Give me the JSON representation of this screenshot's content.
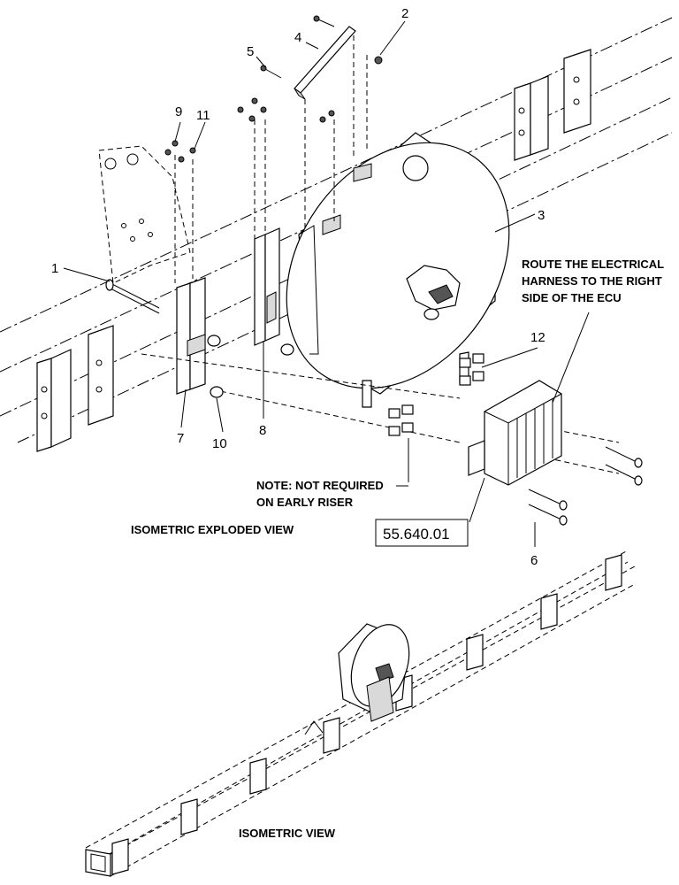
{
  "callouts": {
    "c1": "1",
    "c2": "2",
    "c3": "3",
    "c4": "4",
    "c5": "5",
    "c6": "6",
    "c7": "7",
    "c8": "8",
    "c9": "9",
    "c10": "10",
    "c11": "11",
    "c12": "12"
  },
  "notes": {
    "route_line1": "ROUTE THE ELECTRICAL",
    "route_line2": "HARNESS TO THE RIGHT",
    "route_line3": "SIDE OF THE ECU",
    "early_line1": "NOTE: NOT REQUIRED",
    "early_line2": "ON EARLY RISER"
  },
  "captions": {
    "exploded": "ISOMETRIC EXPLODED VIEW",
    "isometric": "ISOMETRIC VIEW"
  },
  "reference_box": "55.640.01"
}
